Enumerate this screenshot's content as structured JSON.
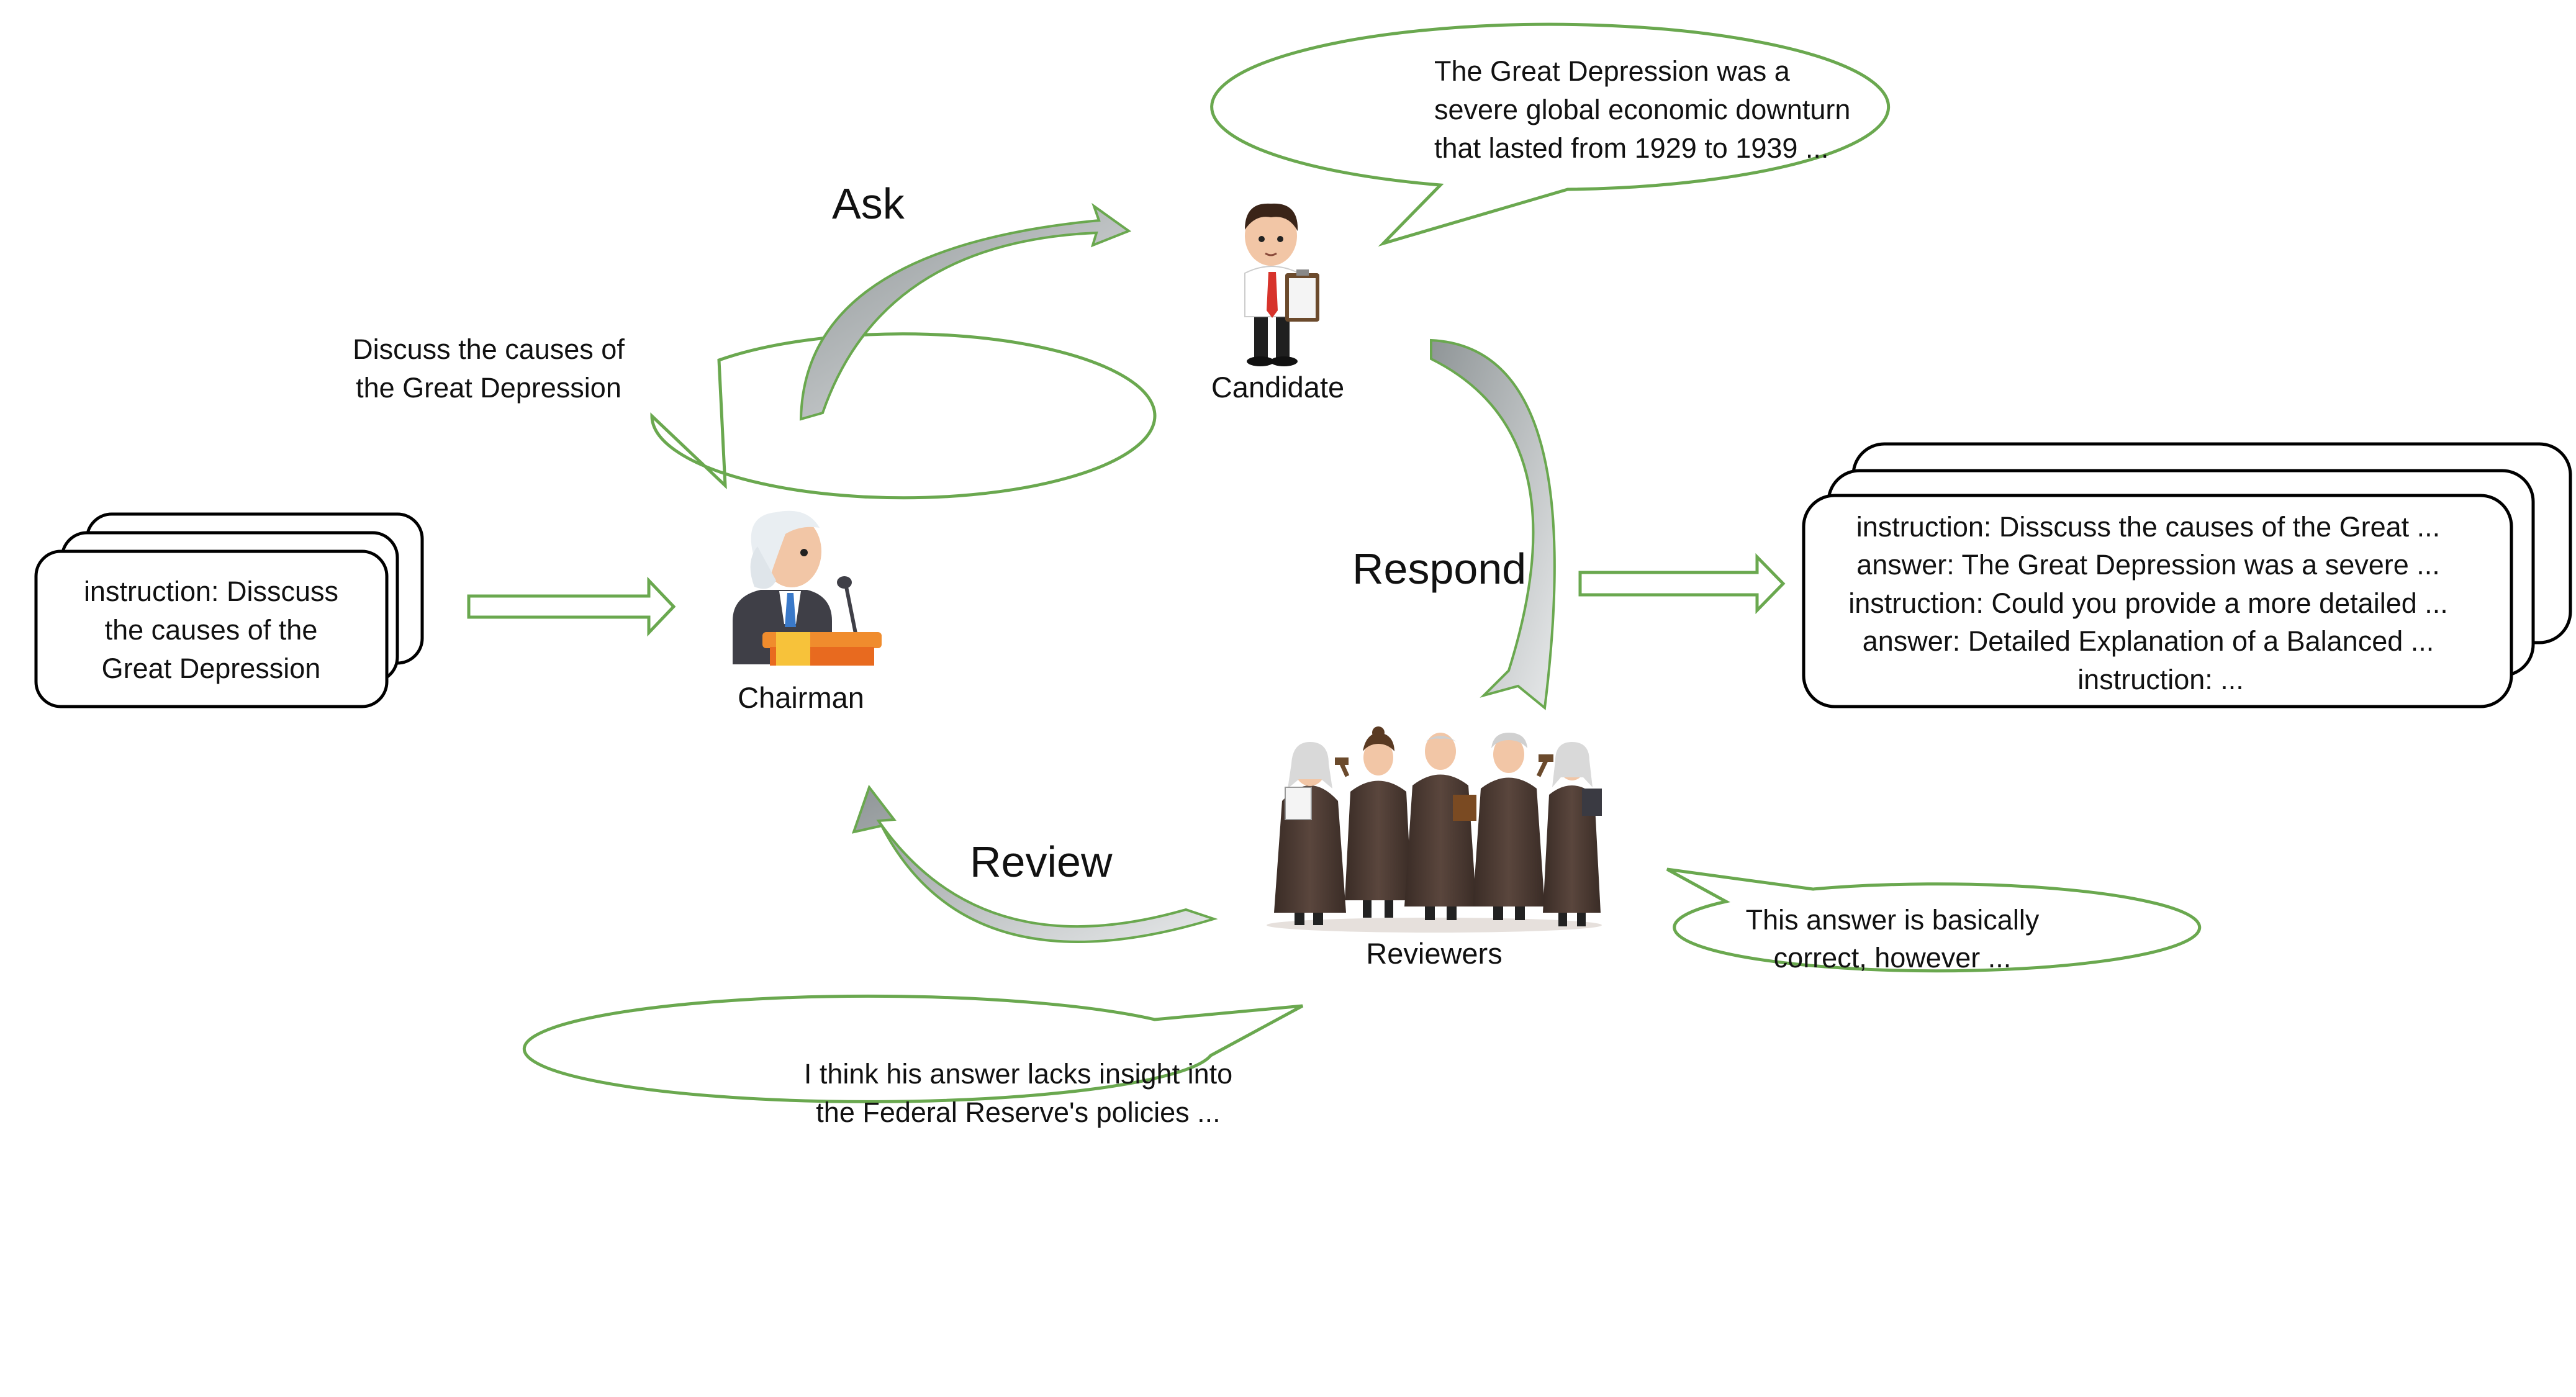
{
  "colors": {
    "accent_green": "#6aa84f",
    "arrow_fill": "#c3c7c9",
    "card_stroke": "#000000"
  },
  "input_card": {
    "lines": [
      "instruction: Disscuss",
      "the causes of the",
      "Great Depression"
    ]
  },
  "output_card": {
    "lines": [
      "instruction: Disscuss the causes of the Great ...",
      "answer: The Great Depression was a severe  ...",
      "instruction: Could you provide a more detailed ...",
      "answer: Detailed Explanation of a Balanced ...",
      "instruction: ..."
    ]
  },
  "roles": {
    "chairman": "Chairman",
    "candidate": "Candidate",
    "reviewers": "Reviewers"
  },
  "phases": {
    "ask": "Ask",
    "respond": "Respond",
    "review": "Review"
  },
  "bubbles": {
    "chairman_question": [
      "Discuss the causes of",
      "the Great Depression"
    ],
    "candidate_answer": [
      "The Great Depression was a",
      "severe global economic downturn",
      "that lasted from 1929 to 1939 ..."
    ],
    "reviewer_right": [
      "This answer is basically",
      "correct, however ..."
    ],
    "reviewer_bottom": [
      "I think his answer lacks insight into",
      "the Federal Reserve's policies ..."
    ]
  },
  "icons": {
    "chairman": "chairman-at-podium-icon",
    "candidate": "candidate-with-clipboard-icon",
    "reviewers": "five-judges-icon"
  }
}
